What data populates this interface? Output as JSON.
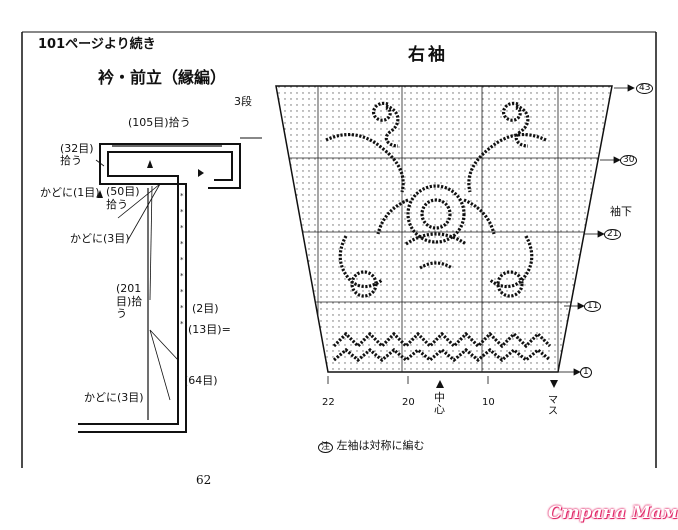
{
  "header": {
    "continuation": "101ページより続き"
  },
  "collar": {
    "title": "衿・前立（縁編）",
    "labels": {
      "pick_105": "(105目)拾う",
      "rows_3": "3段",
      "pick_32": "(32目)拾う",
      "corner_1": "かどに(1目)",
      "pick_50": "(50目)拾う",
      "corner_3_top": "かどに(3目)",
      "pick_201": "(201目)拾う",
      "two": "(2目)",
      "thirteen": "(13目)=",
      "sixty_four": "(64目)",
      "corner_3_bottom": "かどに(3目)"
    }
  },
  "sleeve": {
    "title": "右袖",
    "cuff_label": "袖下",
    "row_markers": [
      "43",
      "30",
      "21",
      "11",
      "1"
    ],
    "bottom_labels": [
      "22",
      "20",
      "10",
      "マス"
    ],
    "center_label": "中心",
    "note_mark": "注",
    "note": "左袖は対称に編む"
  },
  "page_number": "62",
  "watermark": "Страна Мам",
  "colors": {
    "ink": "#111111",
    "watermark": "#e12a6a"
  }
}
